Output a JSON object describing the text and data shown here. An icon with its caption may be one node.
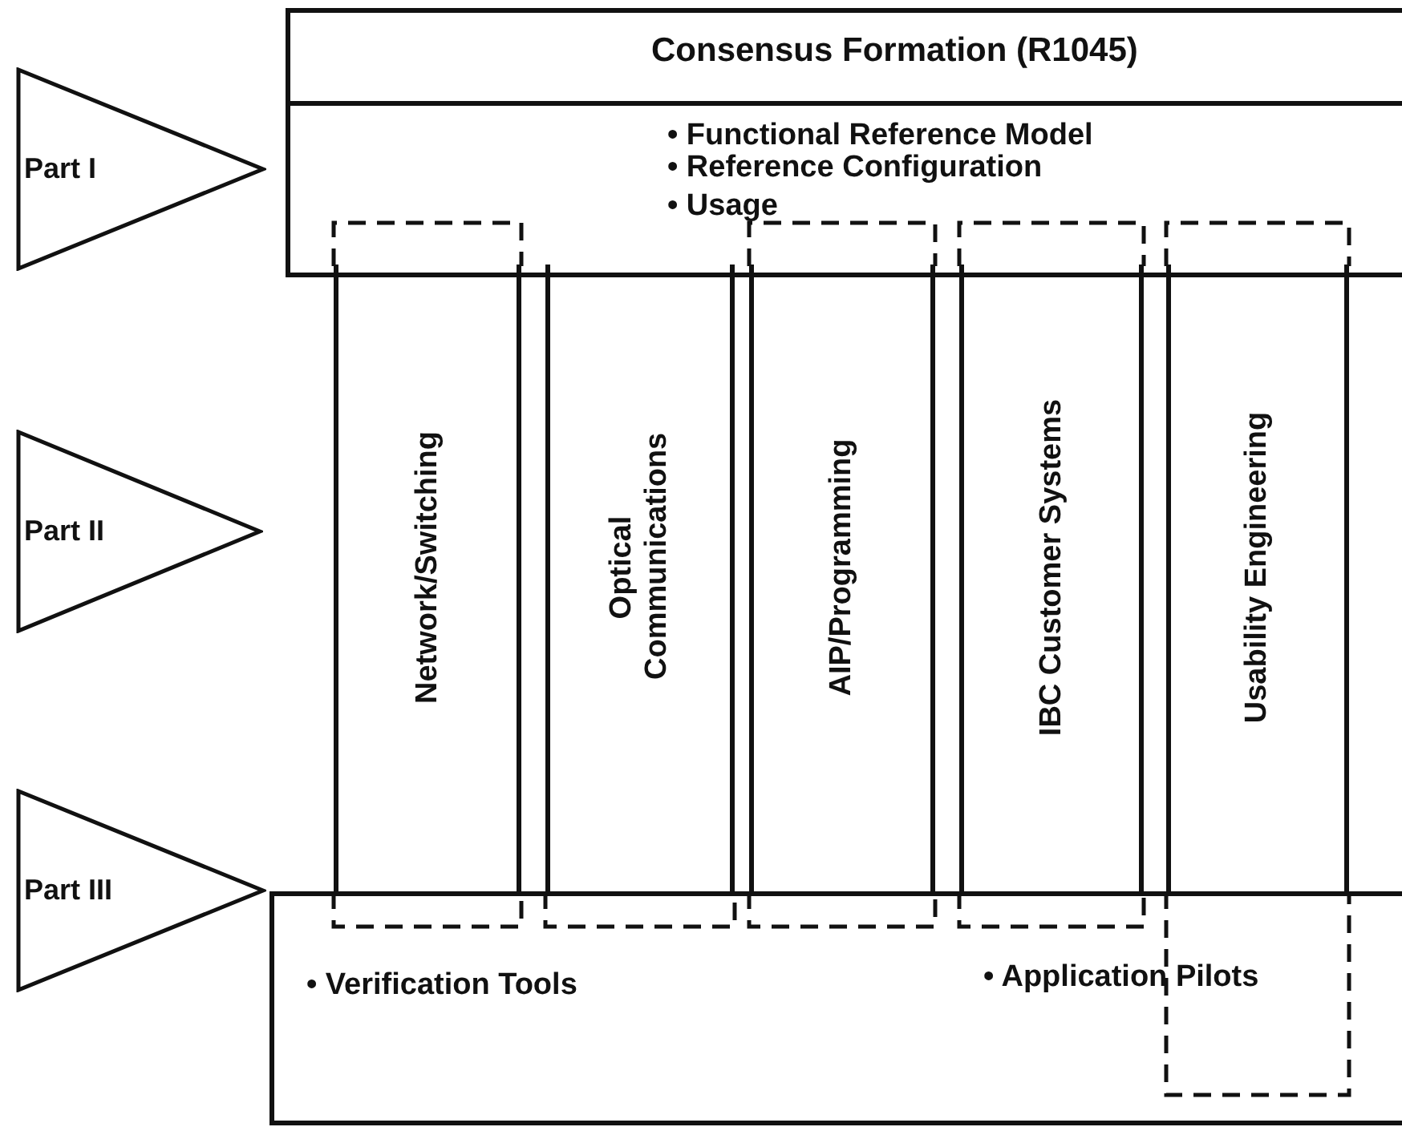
{
  "diagram": {
    "nodes": [
      {
        "text": [
          "Consensus Formation (R1045)",
          "• Functional Reference Model",
          "• Reference Configuration",
          "• Usage"
        ]
      },
      {
        "text": [
          "• Verification Tools",
          "• Application Pilots"
        ]
      },
      {
        "text": [
          "Part I"
        ]
      },
      {
        "text": [
          "Part II"
        ]
      },
      {
        "text": [
          "Part III"
        ]
      },
      {
        "text": [
          "Network/Switching"
        ]
      },
      {
        "text": [
          "Optical Communications"
        ]
      },
      {
        "text": [
          "AIP/Programming"
        ]
      },
      {
        "text": [
          "IBC Customer Systems"
        ]
      },
      {
        "text": [
          "Usability Engineering"
        ]
      }
    ],
    "edges": []
  }
}
